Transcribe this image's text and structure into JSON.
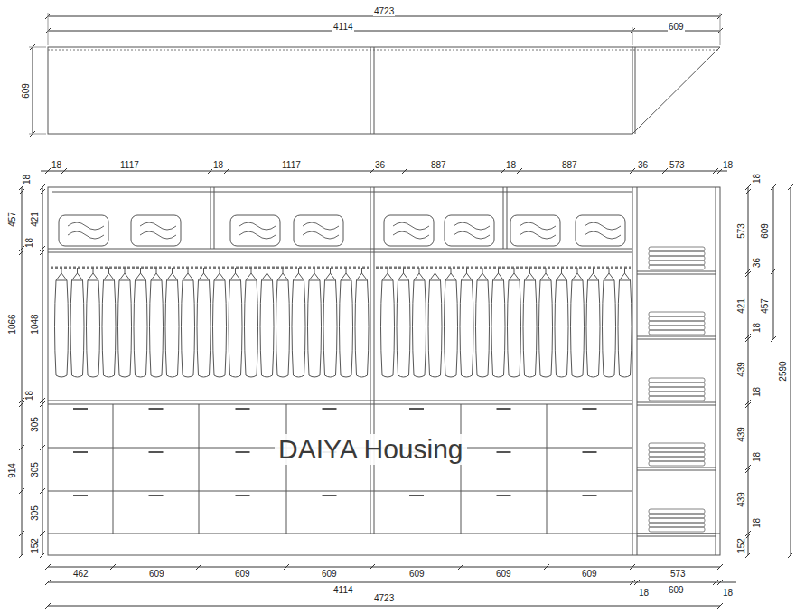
{
  "diagram": {
    "labels": [
      "4723",
      "4114",
      "609",
      "609",
      "18",
      "1117",
      "18",
      "1117",
      "36",
      "887",
      "18",
      "887",
      "36",
      "573",
      "18",
      "18",
      "457",
      "421",
      "18",
      "1066",
      "1048",
      "18",
      "305",
      "914",
      "305",
      "305",
      "152",
      "18",
      "573",
      "609",
      "36",
      "421",
      "457",
      "18",
      "439",
      "18",
      "439",
      "18",
      "439",
      "18",
      "152",
      "2590",
      "DAIYA Housing",
      "462",
      "609",
      "609",
      "609",
      "609",
      "609",
      "609",
      "573",
      "4114",
      "18",
      "609",
      "18",
      "4723"
    ]
  }
}
